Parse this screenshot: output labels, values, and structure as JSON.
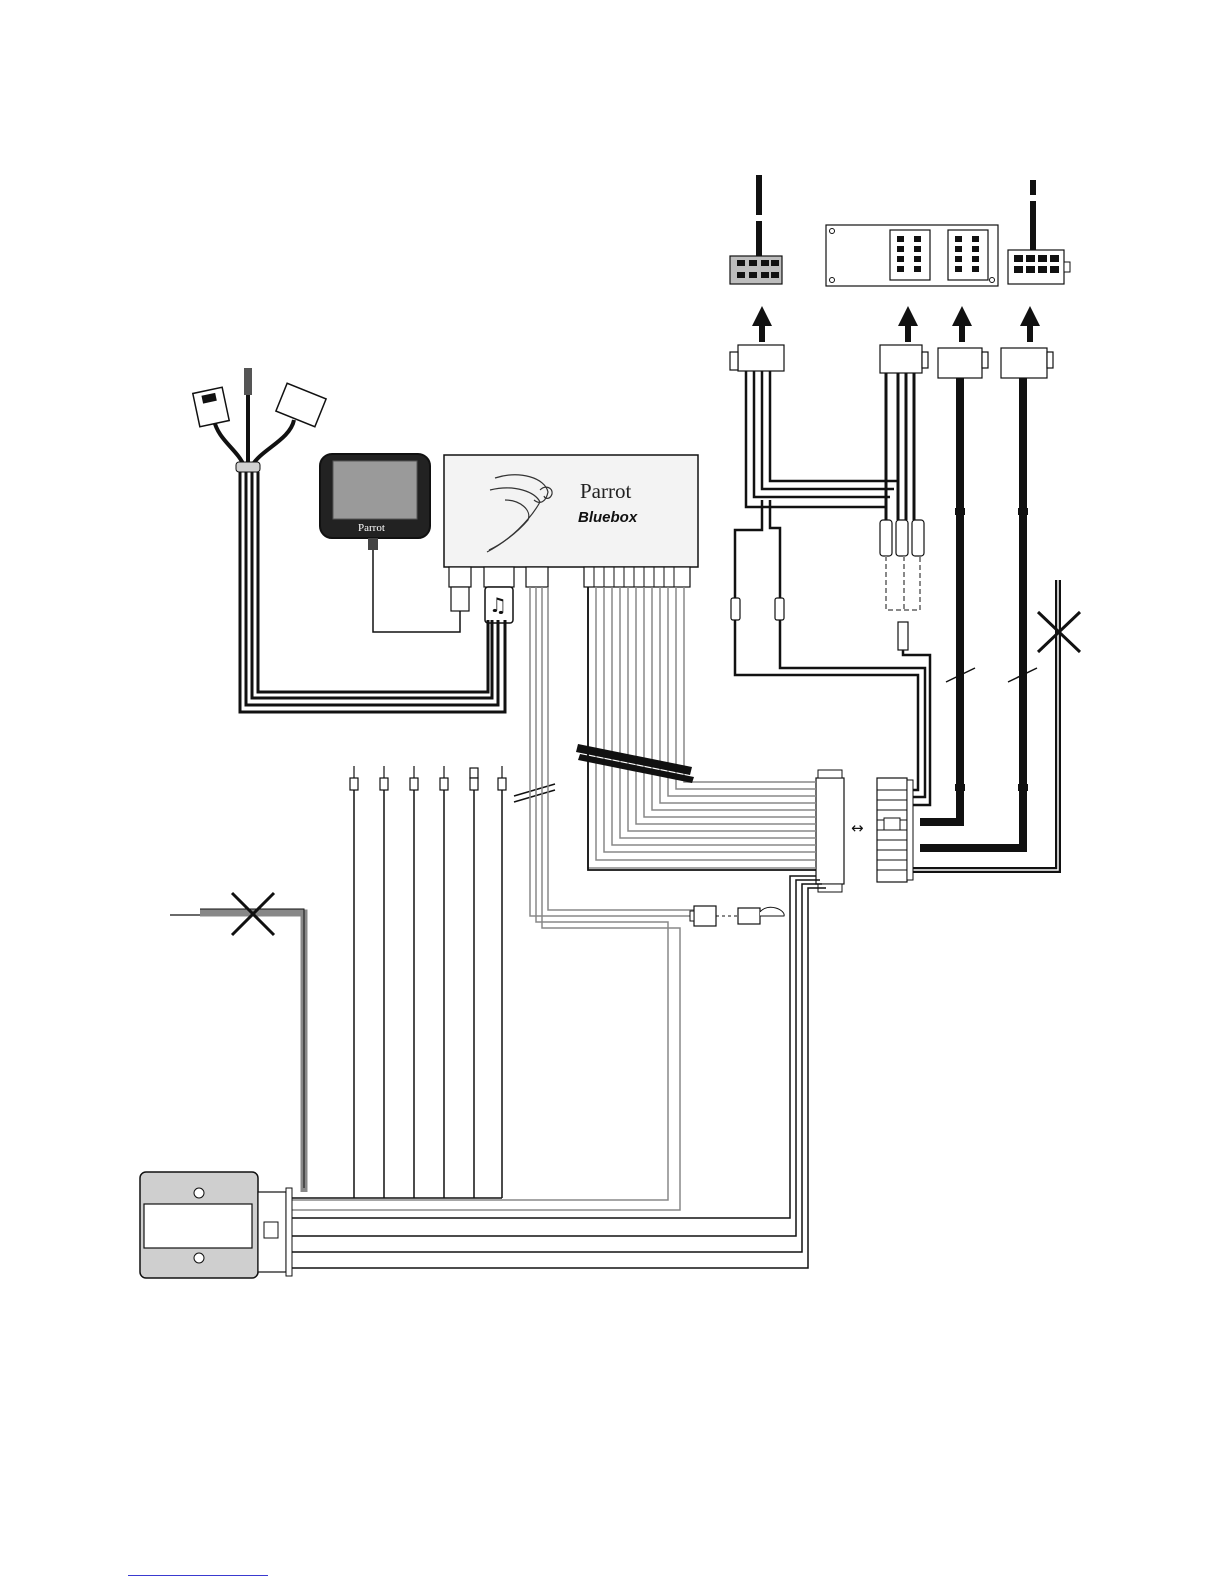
{
  "bluebox": {
    "brand": "Parrot",
    "model": "Bluebox"
  },
  "display": {
    "brand": "Parrot"
  },
  "symbols": {
    "bidirectional": "↔",
    "music": "♫"
  },
  "colors": {
    "ink": "#111111",
    "grey_wire": "#888888",
    "module_fill": "#cfcfcf",
    "screen": "#9a9a9a",
    "link": "#3a3ad0"
  },
  "icons": [
    "parrot-bird-icon",
    "music-note-icon",
    "cross-icon",
    "arrow-up-icon",
    "bidirectional-arrow-icon"
  ]
}
